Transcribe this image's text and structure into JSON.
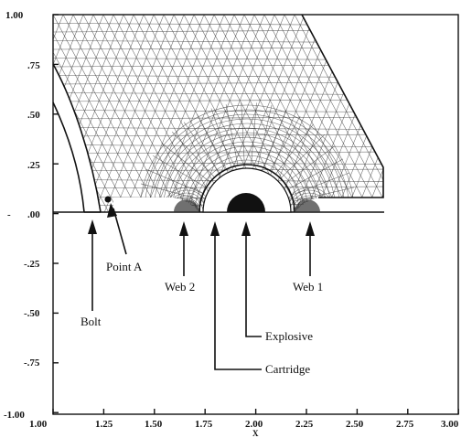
{
  "figure": {
    "y_ticks": [
      "1.00",
      ".75",
      ".50",
      ".25",
      ".00",
      "-.25",
      "-.50",
      "-.75",
      "-1.00"
    ],
    "x_ticks": [
      "1.00",
      "1.25",
      "1.50",
      "1.75",
      "2.00",
      "2.25",
      "2.50",
      "2.75",
      "3.00"
    ],
    "x_axis_label": "X",
    "y_dash": "-",
    "labels": {
      "bolt": "Bolt",
      "point_a": "Point A",
      "web2": "Web 2",
      "web1": "Web 1",
      "explosive": "Explosive",
      "cartridge": "Cartridge"
    }
  }
}
